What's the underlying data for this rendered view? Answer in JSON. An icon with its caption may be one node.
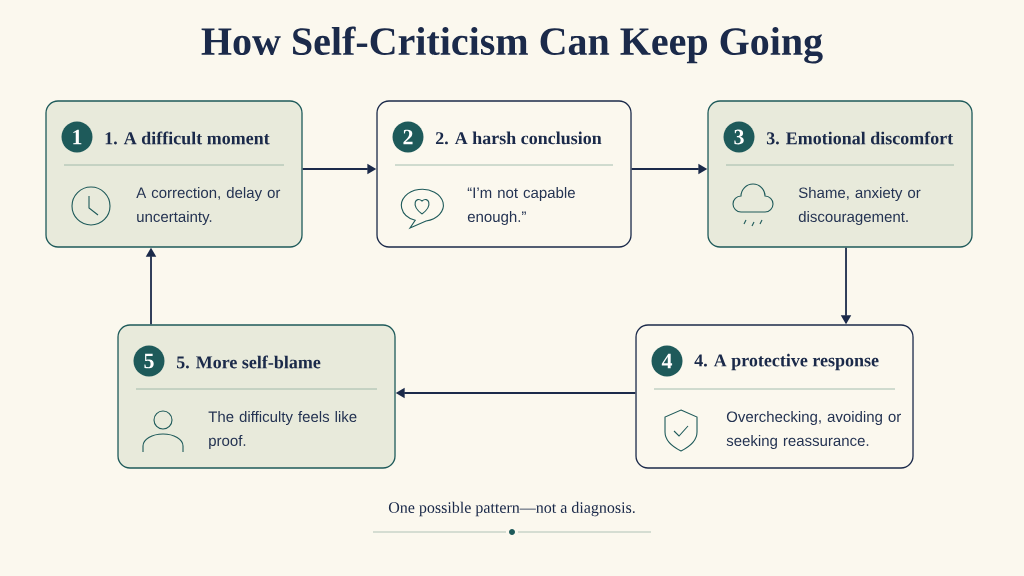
{
  "diagram": {
    "title": "How Self-Criticism Can Keep Going",
    "caption": "One possible pattern—not a diagnosis.",
    "nodes": [
      {
        "text": [
          "1",
          "1. A difficult moment",
          "A correction, delay or uncertainty."
        ]
      },
      {
        "text": [
          "2",
          "2. A harsh conclusion",
          "“I’m not capable enough.”"
        ]
      },
      {
        "text": [
          "3",
          "3. Emotional discomfort",
          "Shame, anxiety or discouragement."
        ]
      },
      {
        "text": [
          "4",
          "4. A protective response",
          "Overchecking, avoiding or seeking reassurance."
        ]
      },
      {
        "text": [
          "5",
          "5. More self-blame",
          "The difficulty feels like proof."
        ]
      }
    ],
    "edges": [
      {
        "from": 0,
        "to": 1,
        "arrow": "to"
      },
      {
        "from": 1,
        "to": 2,
        "arrow": "to"
      },
      {
        "from": 2,
        "to": 3,
        "arrow": "to"
      },
      {
        "from": 3,
        "to": 4,
        "arrow": "to"
      },
      {
        "from": 4,
        "to": 0,
        "arrow": "to"
      }
    ]
  }
}
